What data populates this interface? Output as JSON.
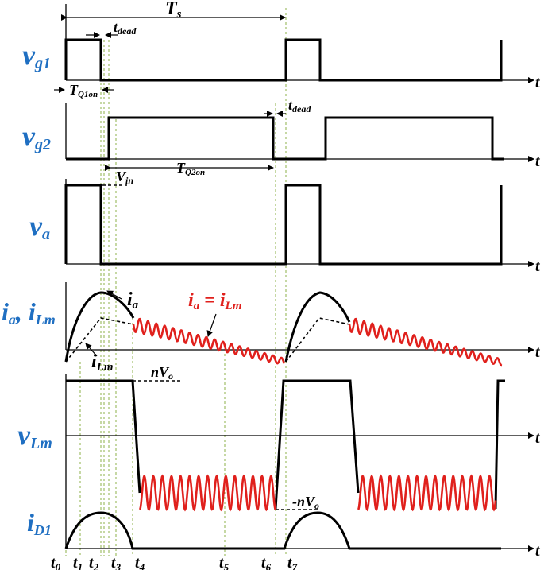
{
  "signals": {
    "vg1": {
      "main": "v",
      "sub": "g1"
    },
    "vg2": {
      "main": "v",
      "sub": "g2"
    },
    "va": {
      "main": "v",
      "sub": "a"
    },
    "ia_main": "i",
    "ia_sub": "a",
    "ia_sep": ", ",
    "ilm_main": "i",
    "ilm_sub": "Lm",
    "vlm": {
      "main": "v",
      "sub": "Lm"
    },
    "id1": {
      "main": "i",
      "sub": "D1"
    }
  },
  "axis_label": "t",
  "annotations": {
    "ts": {
      "main": "T",
      "sub": "s"
    },
    "tdead1": {
      "main": "t",
      "sub": "dead"
    },
    "tdead2": {
      "main": "t",
      "sub": "dead"
    },
    "tq1on": {
      "main": "T",
      "sub": "Q1on"
    },
    "tq2on": {
      "main": "T",
      "sub": "Q2on"
    },
    "vin": {
      "main": "V",
      "sub": "in"
    },
    "ia_curve": {
      "main": "i",
      "sub": "a"
    },
    "ilm_curve": {
      "main": "i",
      "sub": "Lm"
    },
    "ia_eq": {
      "a": "i",
      "a_sub": "a",
      "eq": " = ",
      "b": "i",
      "b_sub": "Lm"
    },
    "nvo": {
      "pre": "nV",
      "sub": "o"
    },
    "neg_nvo": {
      "pre": "-nV",
      "sub": "o"
    }
  },
  "time_ticks": [
    {
      "main": "t",
      "sub": "0"
    },
    {
      "main": "t",
      "sub": "1"
    },
    {
      "main": "t",
      "sub": "2"
    },
    {
      "main": "t",
      "sub": "3"
    },
    {
      "main": "t",
      "sub": "4"
    },
    {
      "main": "t",
      "sub": "5"
    },
    {
      "main": "t",
      "sub": "6"
    },
    {
      "main": "t",
      "sub": "7"
    }
  ],
  "colors": {
    "label_blue": "#1f6fc2",
    "red": "#e0201c",
    "guide_green": "#8db04a"
  }
}
